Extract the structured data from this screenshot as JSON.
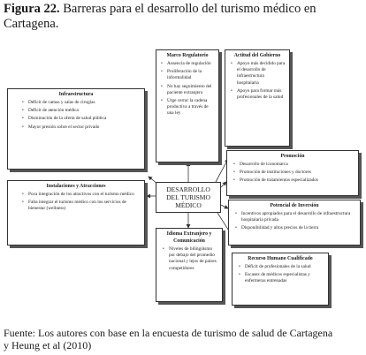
{
  "caption": {
    "figure_label": "Figura 22.",
    "title_line1": "Barreras para el desarrollo del turismo médico en",
    "title_line2": "Cartagena."
  },
  "center": {
    "line1": "DESARROLLO",
    "line2": "DEL TURISMO",
    "line3": "MÉDICO"
  },
  "boxes": {
    "marco": {
      "title": "Marco Regulatorio",
      "items": [
        "Ausencia de regulación",
        "Proliferación de la informalidad",
        "No hay seguimiento del paciente extranjero",
        "Urge cerrar la cadena productiva a través de una ley"
      ]
    },
    "actitud": {
      "title": "Actitud del Gobierno",
      "items": [
        "Apoyo más decidido para el desarrollo de infraestructura hospitalaria",
        "Apoyo para formar más profesionales de la salud"
      ]
    },
    "infra": {
      "title": "Infraestructura",
      "items": [
        "Déficit de camas y salas de cirugías",
        "Déficit de atención médica",
        "Disminución de la oferta de salud pública",
        "Mayor presión sobre el sector privado"
      ]
    },
    "promocion": {
      "title": "Promoción",
      "items": [
        "Desarrollo de iconomarca",
        "Promoción de instituciones y doctores",
        "Promoción de tratamientos especializados"
      ]
    },
    "instalaciones": {
      "title": "Instalaciones y Atracciones",
      "items": [
        "Poca integración de los atractivos con el turismo médico",
        "Falta integrar el turismo médico con los servicios de bienestar (wellness)"
      ]
    },
    "inversion": {
      "title": "Potencial de Inversión",
      "items": [
        "Incentivos apropiados para el desarrollo de infraestructura hospitalaria privada",
        "Disponibilidad y altos precios de la tierra"
      ]
    },
    "idioma": {
      "title_line1": "Idioma Extranjero y",
      "title_line2": "Comunicación",
      "items": [
        "Niveles de bilingüismo por debajo del promedio nacional y lejos de países competidores"
      ]
    },
    "recurso": {
      "title": "Recurso Humano Cualificado",
      "items": [
        "Déficit de profesionales de la salud",
        "Escasez de médicos especialistas y enfermeras entrenadas"
      ]
    }
  },
  "source": {
    "line1": "Fuente: Los autores con base en la encuesta de turismo de salud de Cartagena",
    "line2": "y Heung et al (2010)"
  }
}
